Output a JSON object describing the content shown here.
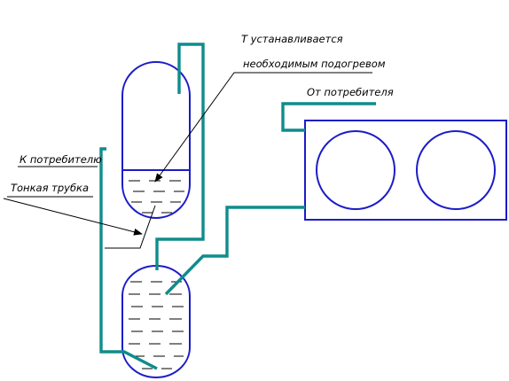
{
  "labels": {
    "heating_line1": "Т устанавливается",
    "heating_line2": "необходимым подогревом",
    "from_consumer": "От потребителя",
    "to_consumer": "К потребителю",
    "thin_tube": "Тонкая трубка"
  },
  "colors": {
    "vessel": "#1c1cc8",
    "pipe": "#0f8c8c",
    "leader": "#000000"
  }
}
